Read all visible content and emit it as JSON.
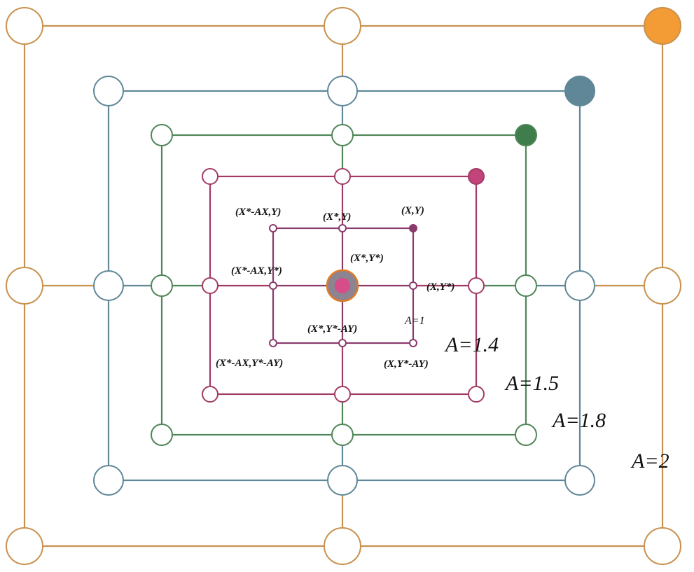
{
  "squares": [
    {
      "name": "A=2",
      "color": "#c8924e",
      "fill_corner": "#f39b35"
    },
    {
      "name": "A=1.8",
      "color": "#5f8797",
      "fill_corner": "#5f8797"
    },
    {
      "name": "A=1.5",
      "color": "#4f8658",
      "fill_corner": "#3f7d4c"
    },
    {
      "name": "A=1.4",
      "color": "#a23a66",
      "fill_corner": "#c2447a"
    },
    {
      "name": "A=1",
      "color": "#8a3b6c",
      "fill_corner": "#8a3b6c"
    }
  ],
  "center": {
    "outer": "#8c8490",
    "ring": "#e07a28",
    "inner": "#d64d8a"
  },
  "point_labels": {
    "x_minus_y": "(X*-AX,Y)",
    "xstar_y": "(X*,Y)",
    "x_y": "(X,Y)",
    "xstar_ystar": "(X*,Y*)",
    "x_minus_ystar": "(X*-AX,Y*)",
    "x_ystar": "(X,Y*)",
    "xstar_yminus": "(X*,Y*-AY)",
    "x_minus_yminus": "(X*-AX,Y*-AY)",
    "x_yminus": "(X,Y*-AY)"
  },
  "a_labels": {
    "a1": "A=1",
    "a14": "A=1.4",
    "a15": "A=1.5",
    "a18": "A=1.8",
    "a2": "A=2"
  }
}
